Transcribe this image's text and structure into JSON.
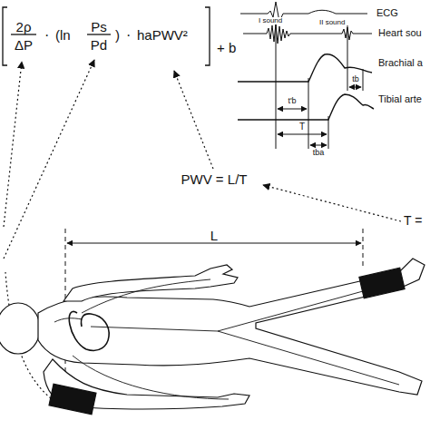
{
  "diagram": {
    "labels": [
      "2ρ",
      "ΔP",
      "·",
      "(ln",
      "Ps",
      "Pd",
      ")",
      "·",
      "haPWV²",
      "+ b",
      "ECG",
      "Heart sou",
      "I sound",
      "II sound",
      "Brachial a",
      "Tibial arte",
      "t'b",
      "tb",
      "T",
      "tba",
      "PWV = L/T",
      "T =",
      "L"
    ]
  }
}
